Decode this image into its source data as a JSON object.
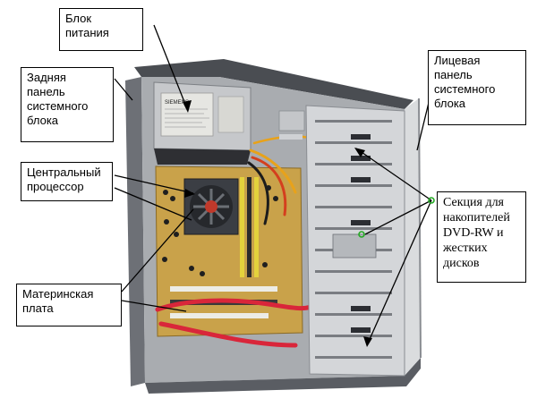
{
  "labels": {
    "psu": "Блок\nпитания",
    "rear_panel": "Задняя\nпанель\nсистемного\nблока",
    "front_panel": "Лицевая\nпанель\nсистемного\nблока",
    "cpu": "Центральный\nпроцессор",
    "drive_bays": "Секция для\nнакопителей\nDVD-RW и\nжестких\nдисков",
    "motherboard": "Материнская\nплата"
  },
  "psu_sticker": "SIEMENS",
  "colors": {
    "case_metal": "#b9bcc0",
    "case_dark": "#5a5d63",
    "motherboard": "#c9a24a",
    "sata_cable": "#d9263a",
    "callout_border": "#000000",
    "marker": "#22aa22"
  }
}
